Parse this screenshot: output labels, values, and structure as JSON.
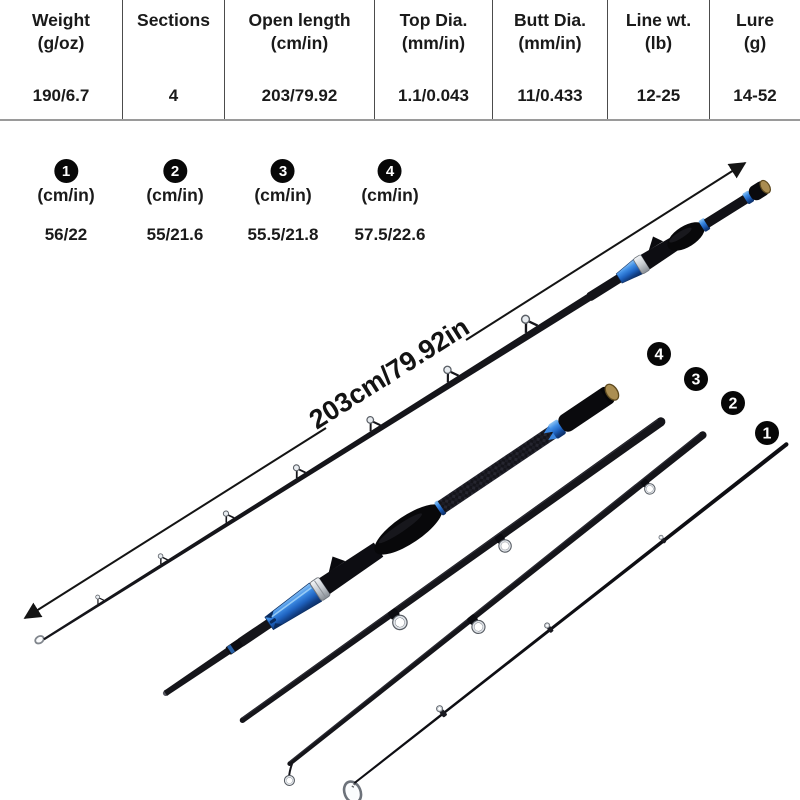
{
  "table": {
    "columns": [
      {
        "h1": "Weight",
        "h2": "(g/oz)",
        "value": "190/6.7"
      },
      {
        "h1": "Sections",
        "h2": "",
        "value": "4"
      },
      {
        "h1": "Open length",
        "h2": "(cm/in)",
        "value": "203/79.92"
      },
      {
        "h1": "Top Dia.",
        "h2": "(mm/in)",
        "value": "1.1/0.043"
      },
      {
        "h1": "Butt Dia.",
        "h2": "(mm/in)",
        "value": "11/0.433"
      },
      {
        "h1": "Line wt.",
        "h2": "(lb)",
        "value": "12-25"
      },
      {
        "h1": "Lure",
        "h2": "(g)",
        "value": "14-52"
      }
    ]
  },
  "sections_legend": {
    "items": [
      {
        "num": "1",
        "unit": "(cm/in)",
        "value": "56/22"
      },
      {
        "num": "2",
        "unit": "(cm/in)",
        "value": "55/21.6"
      },
      {
        "num": "3",
        "unit": "(cm/in)",
        "value": "55.5/21.8"
      },
      {
        "num": "4",
        "unit": "(cm/in)",
        "value": "57.5/22.6"
      }
    ]
  },
  "illustration": {
    "length_label": "203cm/79.92in",
    "part_badges": [
      {
        "num": "4"
      },
      {
        "num": "3"
      },
      {
        "num": "2"
      },
      {
        "num": "1"
      }
    ],
    "colors": {
      "accent_blue": "#2e7fd9",
      "blank_black": "#15151a",
      "silver": "#d7dade",
      "gold_cap": "#ab8e52",
      "arrow": "#141414"
    }
  }
}
